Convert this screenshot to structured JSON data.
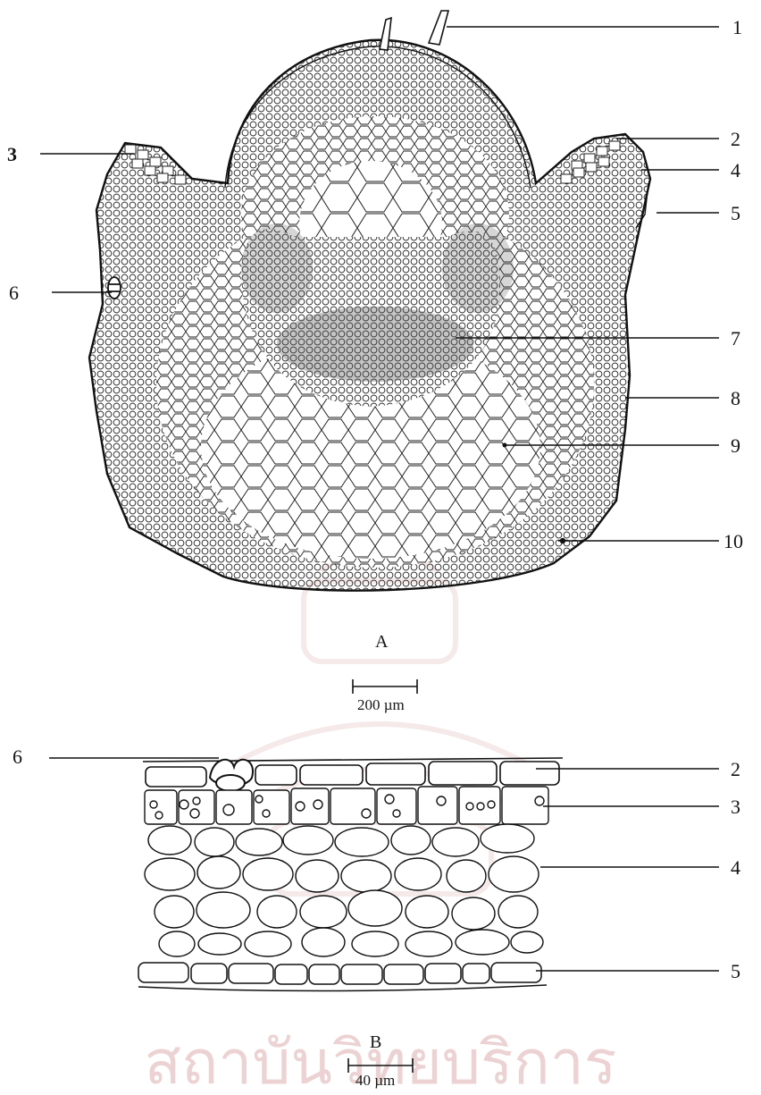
{
  "panel_a": {
    "letter": "A",
    "scale_bar": "200 µm",
    "labels": [
      "1",
      "2",
      "3",
      "4",
      "5",
      "6",
      "7",
      "8",
      "9",
      "10"
    ]
  },
  "panel_b": {
    "letter": "B",
    "scale_bar": "40 µm",
    "labels": [
      "6",
      "2",
      "3",
      "4",
      "5"
    ]
  },
  "watermark": {
    "text": "สถาบันวิทยบริการ",
    "color": "#e6c9c9"
  },
  "colors": {
    "ink": "#1a1a1a",
    "paper": "#ffffff"
  }
}
